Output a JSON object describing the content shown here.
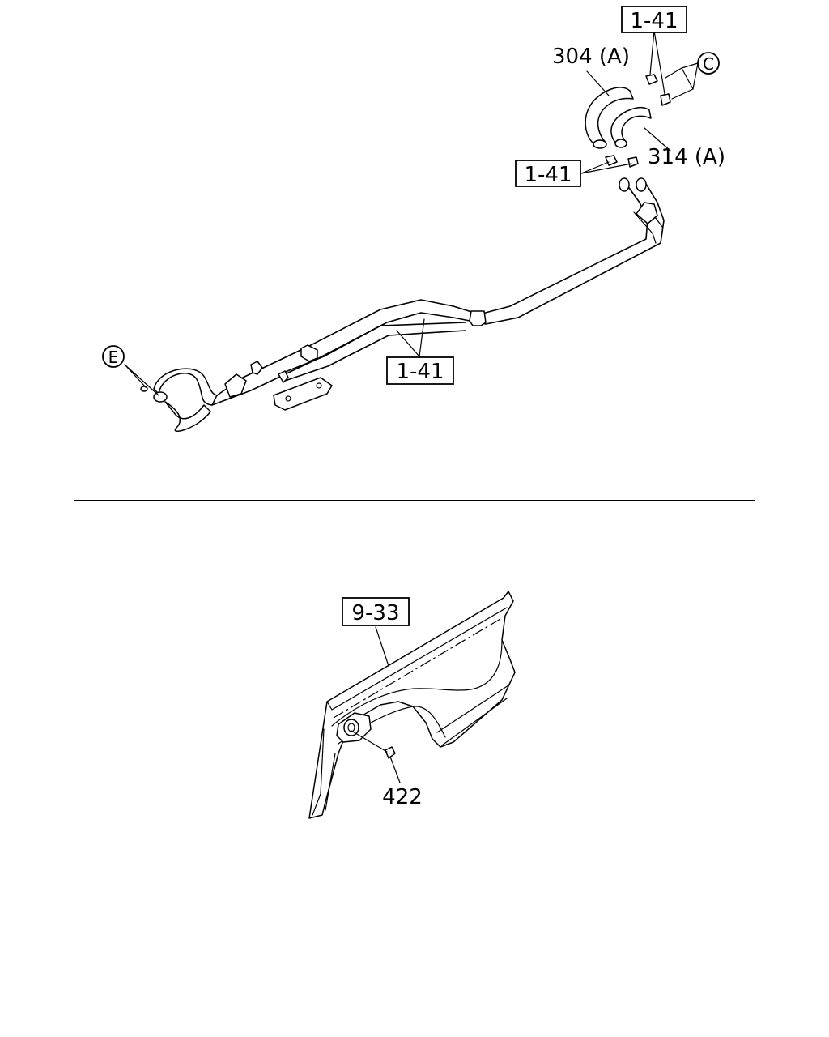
{
  "callouts": {
    "ref_top": "1-41",
    "ref_mid": "1-41",
    "ref_pipe": "1-41",
    "ref_fender": "9-33"
  },
  "parts": {
    "hose_a": "304 (A)",
    "hose_b": "314 (A)",
    "grommet": "422"
  },
  "connectors": {
    "c": "C",
    "e": "E"
  }
}
